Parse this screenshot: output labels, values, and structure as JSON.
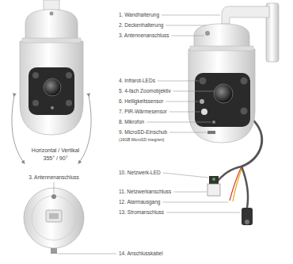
{
  "diagram": {
    "labels": [
      "1. Wandhalterung",
      "2. Deckenhalterung",
      "3. Antennenanschluss",
      "4. Infrarot-LEDs",
      "5. 4-fach Zoomobjektiv",
      "6. Helligkeitssensor",
      "7. PIR-Wärmesensor",
      "8. Mikrofon",
      "9. MicroSD-Einschub",
      "(16GB MicroSD integriert)",
      "Horizontal / Vertikal",
      "355° / 90°",
      "3. Antennenanschluss",
      "14. Anschlusskabel",
      "",
      "10. Netzwerk-LED",
      "11. Netzwerkanschluss",
      "12. Alarmausgang",
      "13. Stromanschluss"
    ]
  }
}
